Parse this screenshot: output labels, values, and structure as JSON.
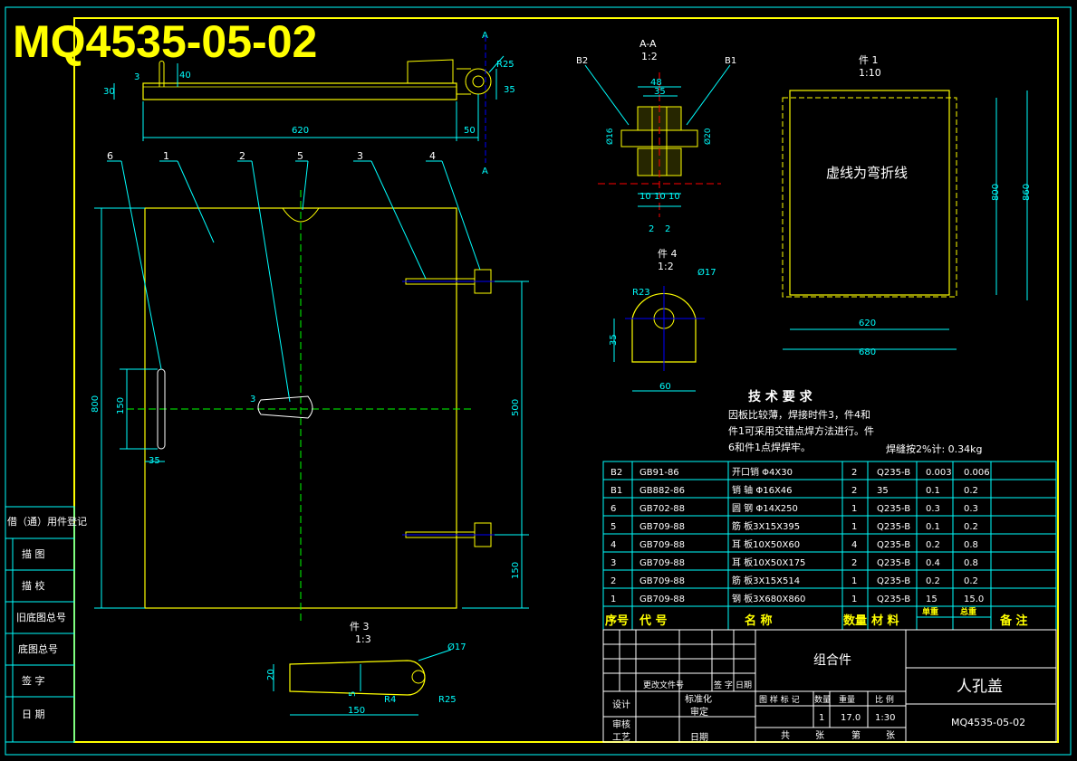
{
  "drawing_number": "MQ4535-05-02",
  "drawing_name": "人孔盖",
  "assembly": "组合件",
  "weight": "17.0",
  "scale": "1:30",
  "qty": "1",
  "weld_note": "焊缝按2%计: 0.34kg",
  "section_aa": {
    "title": "A-A",
    "scale": "1:2",
    "dims": [
      "48",
      "35",
      "Ø16",
      "Ø20",
      "10",
      "10",
      "10",
      "2",
      "2"
    ],
    "callouts": [
      "B2",
      "B1"
    ]
  },
  "part1_view": {
    "title": "件 1",
    "scale": "1:10",
    "note": "虚线为弯折线",
    "dims": [
      "620",
      "680",
      "800",
      "860"
    ]
  },
  "part4_view": {
    "title": "件 4",
    "scale": "1:2",
    "dims": [
      "Ø17",
      "R23",
      "35",
      "60"
    ]
  },
  "part3_view": {
    "title": "件 3",
    "scale": "1:3",
    "dims": [
      "Ø17",
      "150",
      "20",
      "5",
      "R25",
      "R4"
    ]
  },
  "main_view": {
    "callouts": [
      "6",
      "1",
      "2",
      "5",
      "3",
      "4"
    ],
    "dims": [
      "620",
      "50",
      "30",
      "40",
      "35",
      "R25",
      "3",
      "800",
      "150",
      "35",
      "500",
      "150",
      "3"
    ],
    "section_marks": [
      "A",
      "A"
    ]
  },
  "tech_req": {
    "title": "技 术 要 求",
    "lines": [
      "因板比较薄，焊接时件3，件4和",
      "件1可采用交错点焊方法进行。件",
      "6和件1点焊焊牢。"
    ]
  },
  "bom": {
    "headers": [
      "序号",
      "代 号",
      "名 称",
      "数量",
      "材 料",
      "单重",
      "总重",
      "备 注"
    ],
    "rows": [
      [
        "B2",
        "GB91-86",
        "开口销 Φ4X30",
        "2",
        "Q235-B",
        "0.003",
        "0.006"
      ],
      [
        "B1",
        "GB882-86",
        "销 轴 Φ16X46",
        "2",
        "35",
        "0.1",
        "0.2"
      ],
      [
        "6",
        "GB702-88",
        "圆 钢 Φ14X250",
        "1",
        "Q235-B",
        "0.3",
        "0.3"
      ],
      [
        "5",
        "GB709-88",
        "筋 板3X15X395",
        "1",
        "Q235-B",
        "0.1",
        "0.2"
      ],
      [
        "4",
        "GB709-88",
        "耳 板10X50X60",
        "4",
        "Q235-B",
        "0.2",
        "0.8"
      ],
      [
        "3",
        "GB709-88",
        "耳 板10X50X175",
        "2",
        "Q235-B",
        "0.4",
        "0.8"
      ],
      [
        "2",
        "GB709-88",
        "筋 板3X15X514",
        "1",
        "Q235-B",
        "0.2",
        "0.2"
      ],
      [
        "1",
        "GB709-88",
        "钢 板3X680X860",
        "1",
        "Q235-B",
        "15",
        "15.0"
      ]
    ]
  },
  "title_block": {
    "row_labels": [
      "更改文件号",
      "签 字",
      "日期"
    ],
    "sign_labels": [
      "设计",
      "标准化",
      "审定",
      "审核",
      "工艺",
      "日期"
    ],
    "stage_labels": [
      "图 样 标 记",
      "数量",
      "重量",
      "比 例"
    ],
    "sheet_labels": [
      "共",
      "张",
      "第",
      "张"
    ]
  },
  "left_panel": {
    "title": "借（通）用件登记",
    "rows": [
      "描 图",
      "描 校",
      "旧底图总号",
      "底图总号",
      "签 字",
      "日 期"
    ]
  }
}
